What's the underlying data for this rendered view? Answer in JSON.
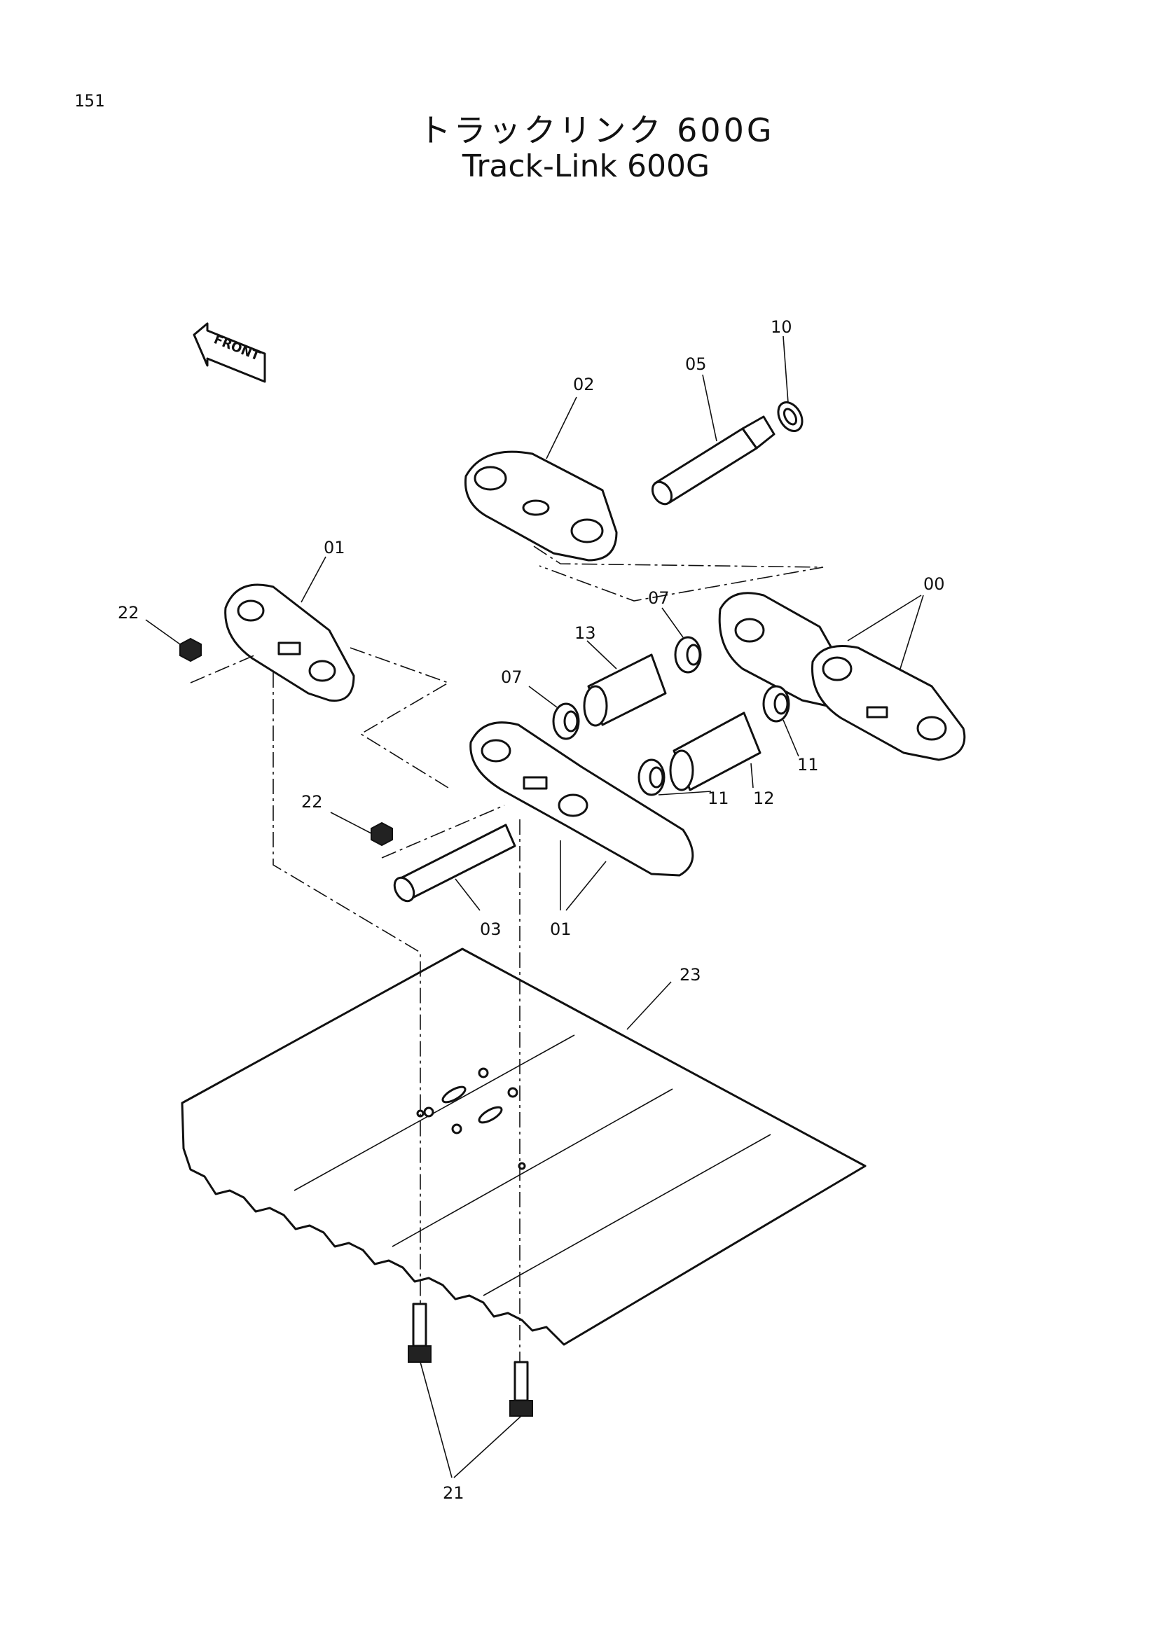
{
  "page": {
    "number": "151"
  },
  "title": {
    "ja": "トラックリンク 600G",
    "en": "Track-Link 600G"
  },
  "front_marker": {
    "label": "FRONT",
    "icon": "front-arrow-icon"
  },
  "callouts": [
    {
      "id": "c10",
      "label": "10"
    },
    {
      "id": "c05",
      "label": "05"
    },
    {
      "id": "c02",
      "label": "02"
    },
    {
      "id": "c01a",
      "label": "01"
    },
    {
      "id": "c00",
      "label": "00"
    },
    {
      "id": "c22a",
      "label": "22"
    },
    {
      "id": "c07a",
      "label": "07"
    },
    {
      "id": "c13",
      "label": "13"
    },
    {
      "id": "c07b",
      "label": "07"
    },
    {
      "id": "c11a",
      "label": "11"
    },
    {
      "id": "c12",
      "label": "12"
    },
    {
      "id": "c11b",
      "label": "11"
    },
    {
      "id": "c22b",
      "label": "22"
    },
    {
      "id": "c03",
      "label": "03"
    },
    {
      "id": "c01b",
      "label": "01"
    },
    {
      "id": "c23",
      "label": "23"
    },
    {
      "id": "c21",
      "label": "21"
    }
  ],
  "colors": {
    "ink": "#111111",
    "paper": "#ffffff"
  }
}
